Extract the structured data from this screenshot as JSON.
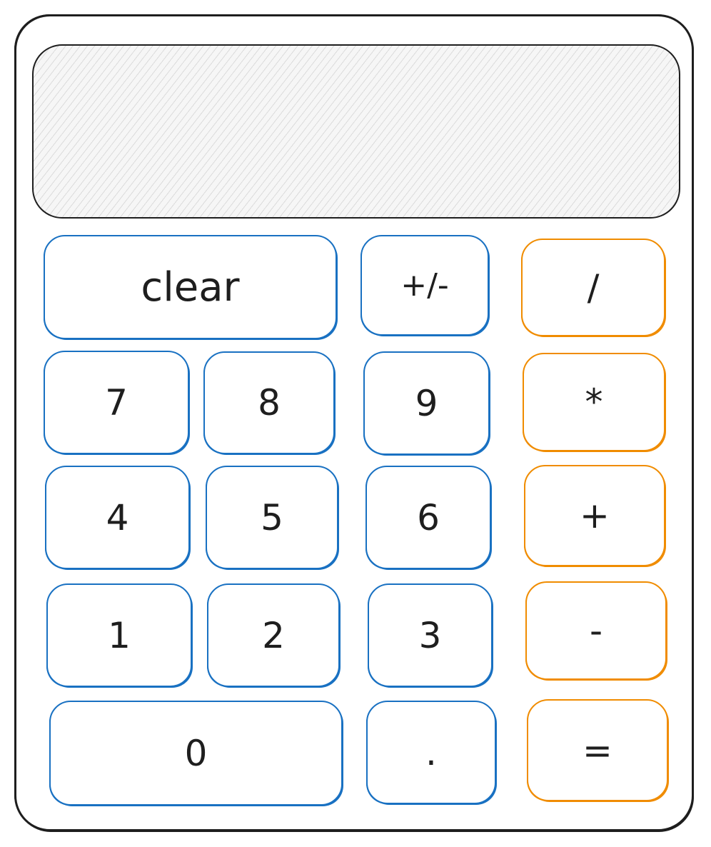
{
  "display": {
    "value": ""
  },
  "keys": {
    "clear": "clear",
    "negate": "+/-",
    "divide": "/",
    "seven": "7",
    "eight": "8",
    "nine": "9",
    "multiply": "*",
    "four": "4",
    "five": "5",
    "six": "6",
    "add": "+",
    "one": "1",
    "two": "2",
    "three": "3",
    "subtract": "-",
    "zero": "0",
    "decimal": ".",
    "equals": "="
  },
  "colors": {
    "outline": "#1e1e1e",
    "number_key_border": "#1971c2",
    "operator_key_border": "#f08c00",
    "display_fill": "#f6f6f6"
  }
}
